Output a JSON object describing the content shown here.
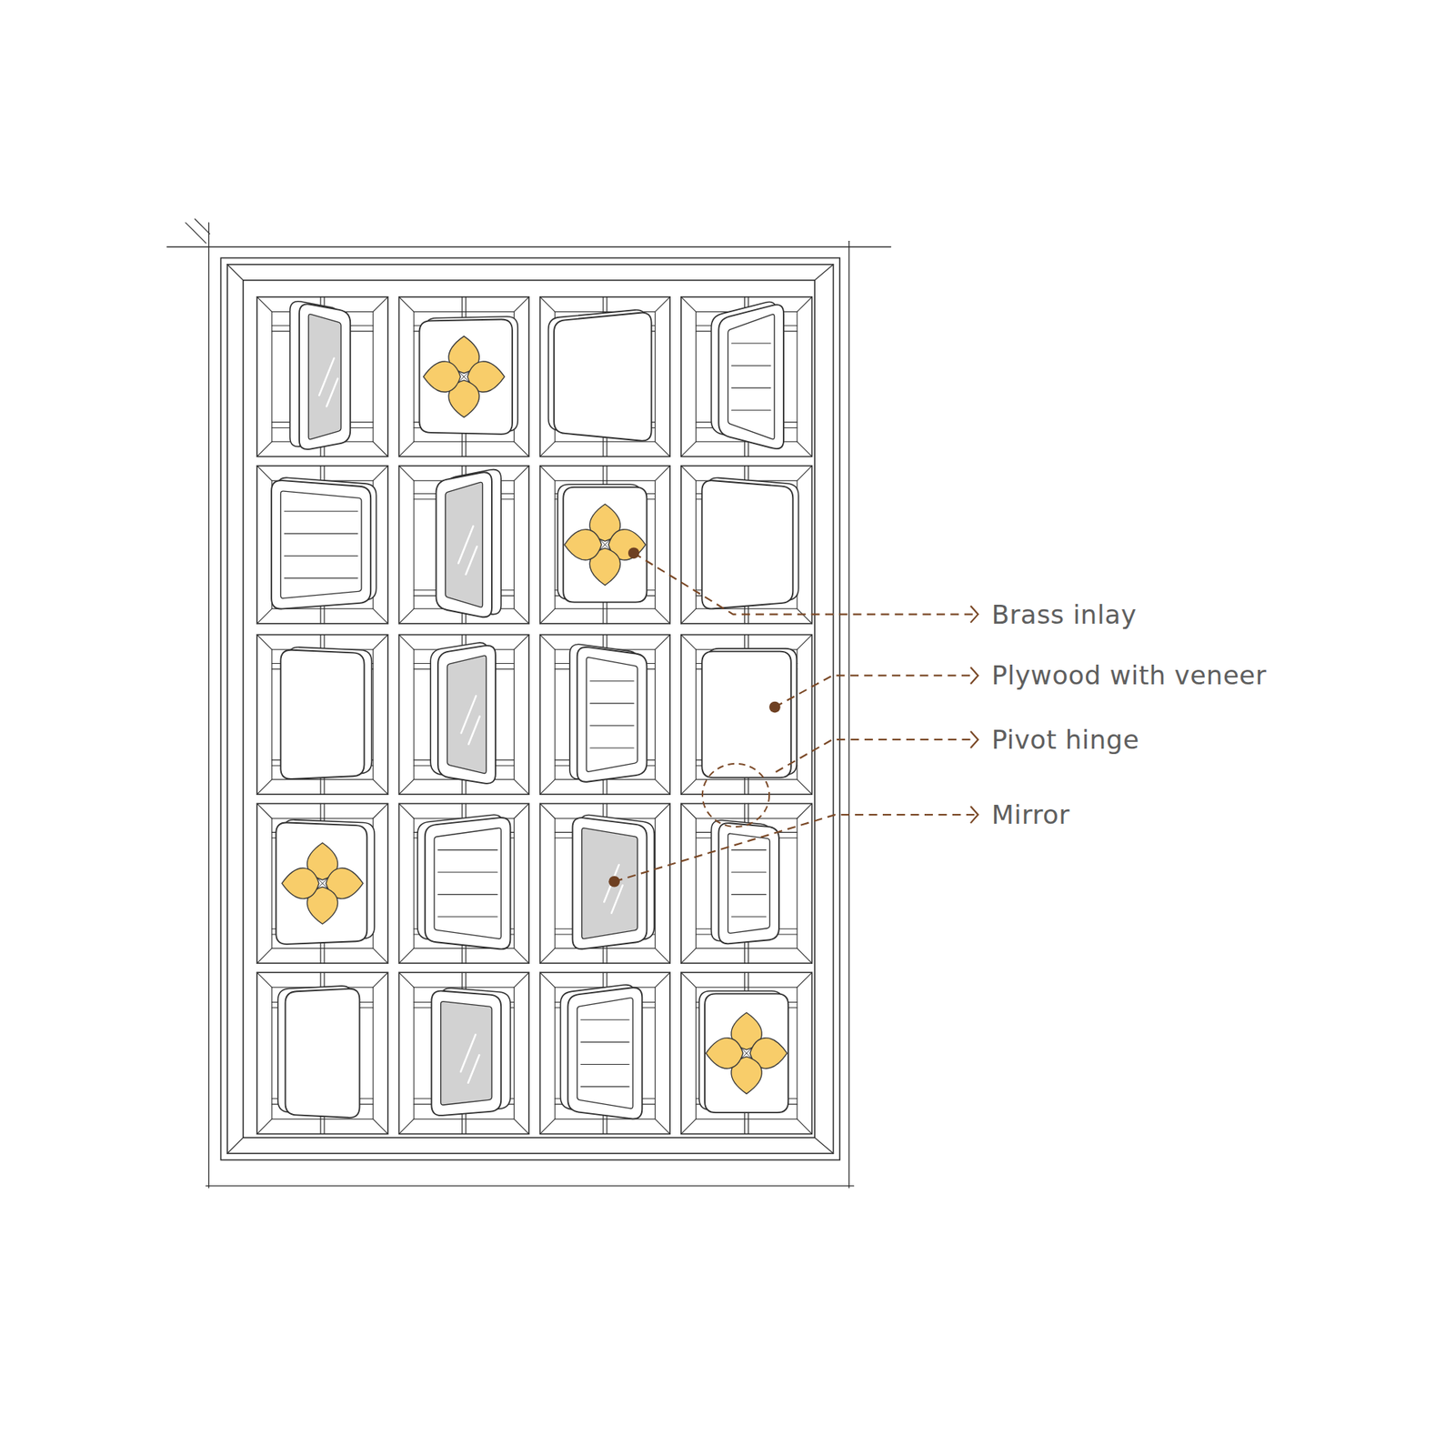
{
  "diagram": {
    "labels": [
      "Brass inlay",
      "Plywood with veneer",
      "Pivot hinge",
      "Mirror"
    ]
  }
}
